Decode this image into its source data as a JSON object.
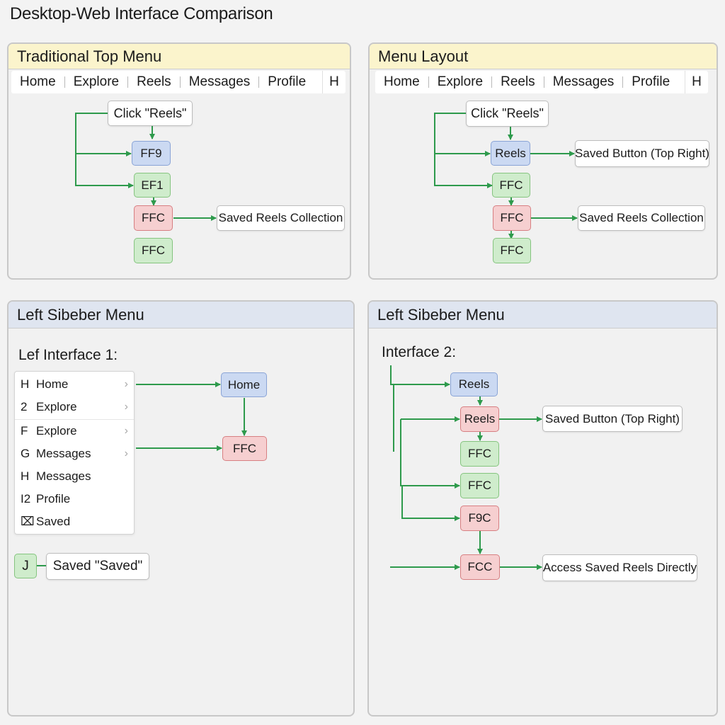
{
  "page_title": "Desktop-Web Interface Comparison",
  "colors": {
    "wire": "#2e9a4c",
    "blue_node": "#cbd9f2",
    "green_node": "#cfeccc",
    "red_node": "#f6cfd0"
  },
  "panel_a": {
    "title": "Traditional Top Menu",
    "menu": [
      "Home",
      "Explore",
      "Reels",
      "Messages",
      "Profile"
    ],
    "menu_extra": "H",
    "nodes": {
      "click": "Click \"Reels\"",
      "n1": "FF9",
      "n2": "EF1",
      "n3": "FFC",
      "n4": "FFC",
      "result": "Saved Reels Collection"
    }
  },
  "panel_b": {
    "title": "Menu Layout",
    "menu": [
      "Home",
      "Explore",
      "Reels",
      "Messages",
      "Profile"
    ],
    "menu_extra": "H",
    "nodes": {
      "click": "Click \"Reels\"",
      "n1": "Reels",
      "saved_button": "Saved Button (Top Right)",
      "n2": "FFC",
      "n3": "FFC",
      "result": "Saved Reels Collection",
      "n4": "FFC"
    }
  },
  "panel_c": {
    "title": "Left Sibeber Menu",
    "subtitle": "Lef Interface 1:",
    "list": [
      {
        "key": "H",
        "label": "Home",
        "chevron": "›"
      },
      {
        "key": "2",
        "label": "Explore",
        "chevron": "›"
      },
      {
        "key": "F",
        "label": "Explore",
        "chevron": "›"
      },
      {
        "key": "G",
        "label": "Messages",
        "chevron": "›"
      },
      {
        "key": "H",
        "label": "Messages",
        "chevron": ""
      },
      {
        "key": "I2",
        "label": "Profile",
        "chevron": ""
      },
      {
        "key": "⌧",
        "label": "Saved",
        "chevron": ""
      }
    ],
    "nodes": {
      "home": "Home",
      "ffc": "FFC",
      "j": "J",
      "saved": "Saved \"Saved\""
    }
  },
  "panel_d": {
    "title": "Left Sibeber Menu",
    "subtitle": "Interface 2:",
    "nodes": {
      "reels1": "Reels",
      "reels2": "Reels",
      "saved_button": "Saved Button (Top Right)",
      "ffc1": "FFC",
      "ffc2": "FFC",
      "f9c": "F9C",
      "fcc": "FCC",
      "access": "Access Saved Reels Directly"
    }
  }
}
